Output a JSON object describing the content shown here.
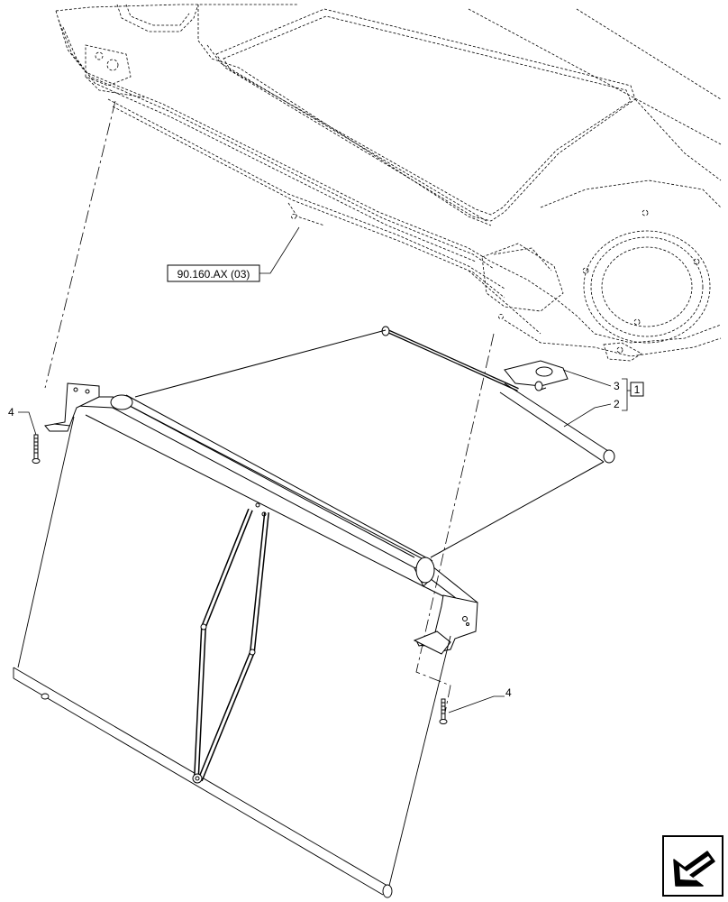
{
  "callouts": {
    "ref_code": "90.160.AX (03)",
    "part_2": "2",
    "part_3": "3",
    "part_4_left": "4",
    "part_4_right": "4",
    "kit_1": "1"
  },
  "icons": {
    "nav": "arrow-direction-icon"
  },
  "colors": {
    "line": "#000000",
    "background": "#ffffff"
  }
}
